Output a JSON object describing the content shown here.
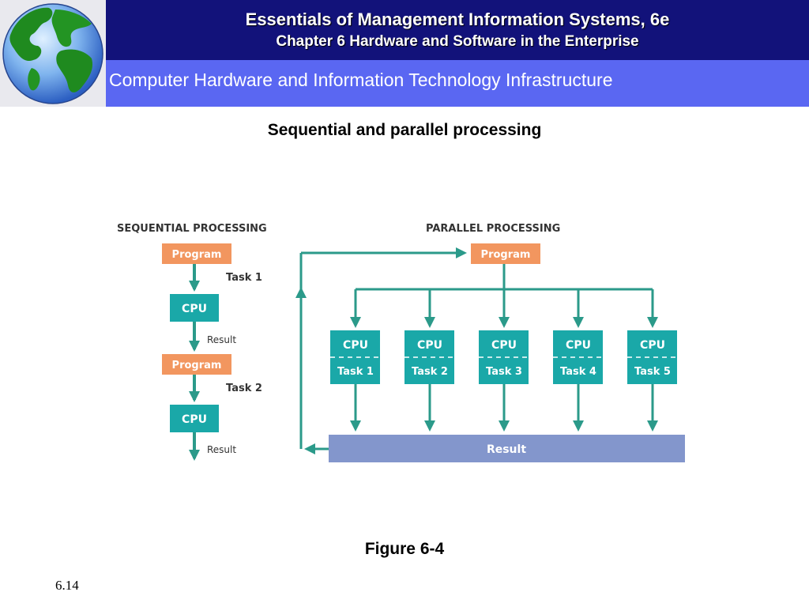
{
  "header": {
    "title": "Essentials of Management Information Systems, 6e",
    "subtitle": "Chapter 6 Hardware and Software in the Enterprise",
    "section": "Computer Hardware and Information Technology Infrastructure",
    "logo_icon": "globe-icon"
  },
  "slide": {
    "heading": "Sequential and parallel processing",
    "caption": "Figure 6-4",
    "page": "6.14"
  },
  "diagram": {
    "sequential": {
      "title": "SEQUENTIAL PROCESSING",
      "program1": "Program",
      "task1": "Task 1",
      "cpu1": "CPU",
      "result1": "Result",
      "program2": "Program",
      "task2": "Task 2",
      "cpu2": "CPU",
      "result2": "Result"
    },
    "parallel": {
      "title": "PARALLEL PROCESSING",
      "program": "Program",
      "cpus": [
        {
          "cpu": "CPU",
          "task": "Task 1"
        },
        {
          "cpu": "CPU",
          "task": "Task 2"
        },
        {
          "cpu": "CPU",
          "task": "Task 3"
        },
        {
          "cpu": "CPU",
          "task": "Task 4"
        },
        {
          "cpu": "CPU",
          "task": "Task 5"
        }
      ],
      "result": "Result"
    }
  },
  "colors": {
    "header_bg": "#12127a",
    "subheader_bg": "#5a67f2",
    "program_box": "#f2965f",
    "cpu_box": "#1aa8a8",
    "arrow": "#2b9a8a",
    "result_bar": "#8396cc"
  }
}
